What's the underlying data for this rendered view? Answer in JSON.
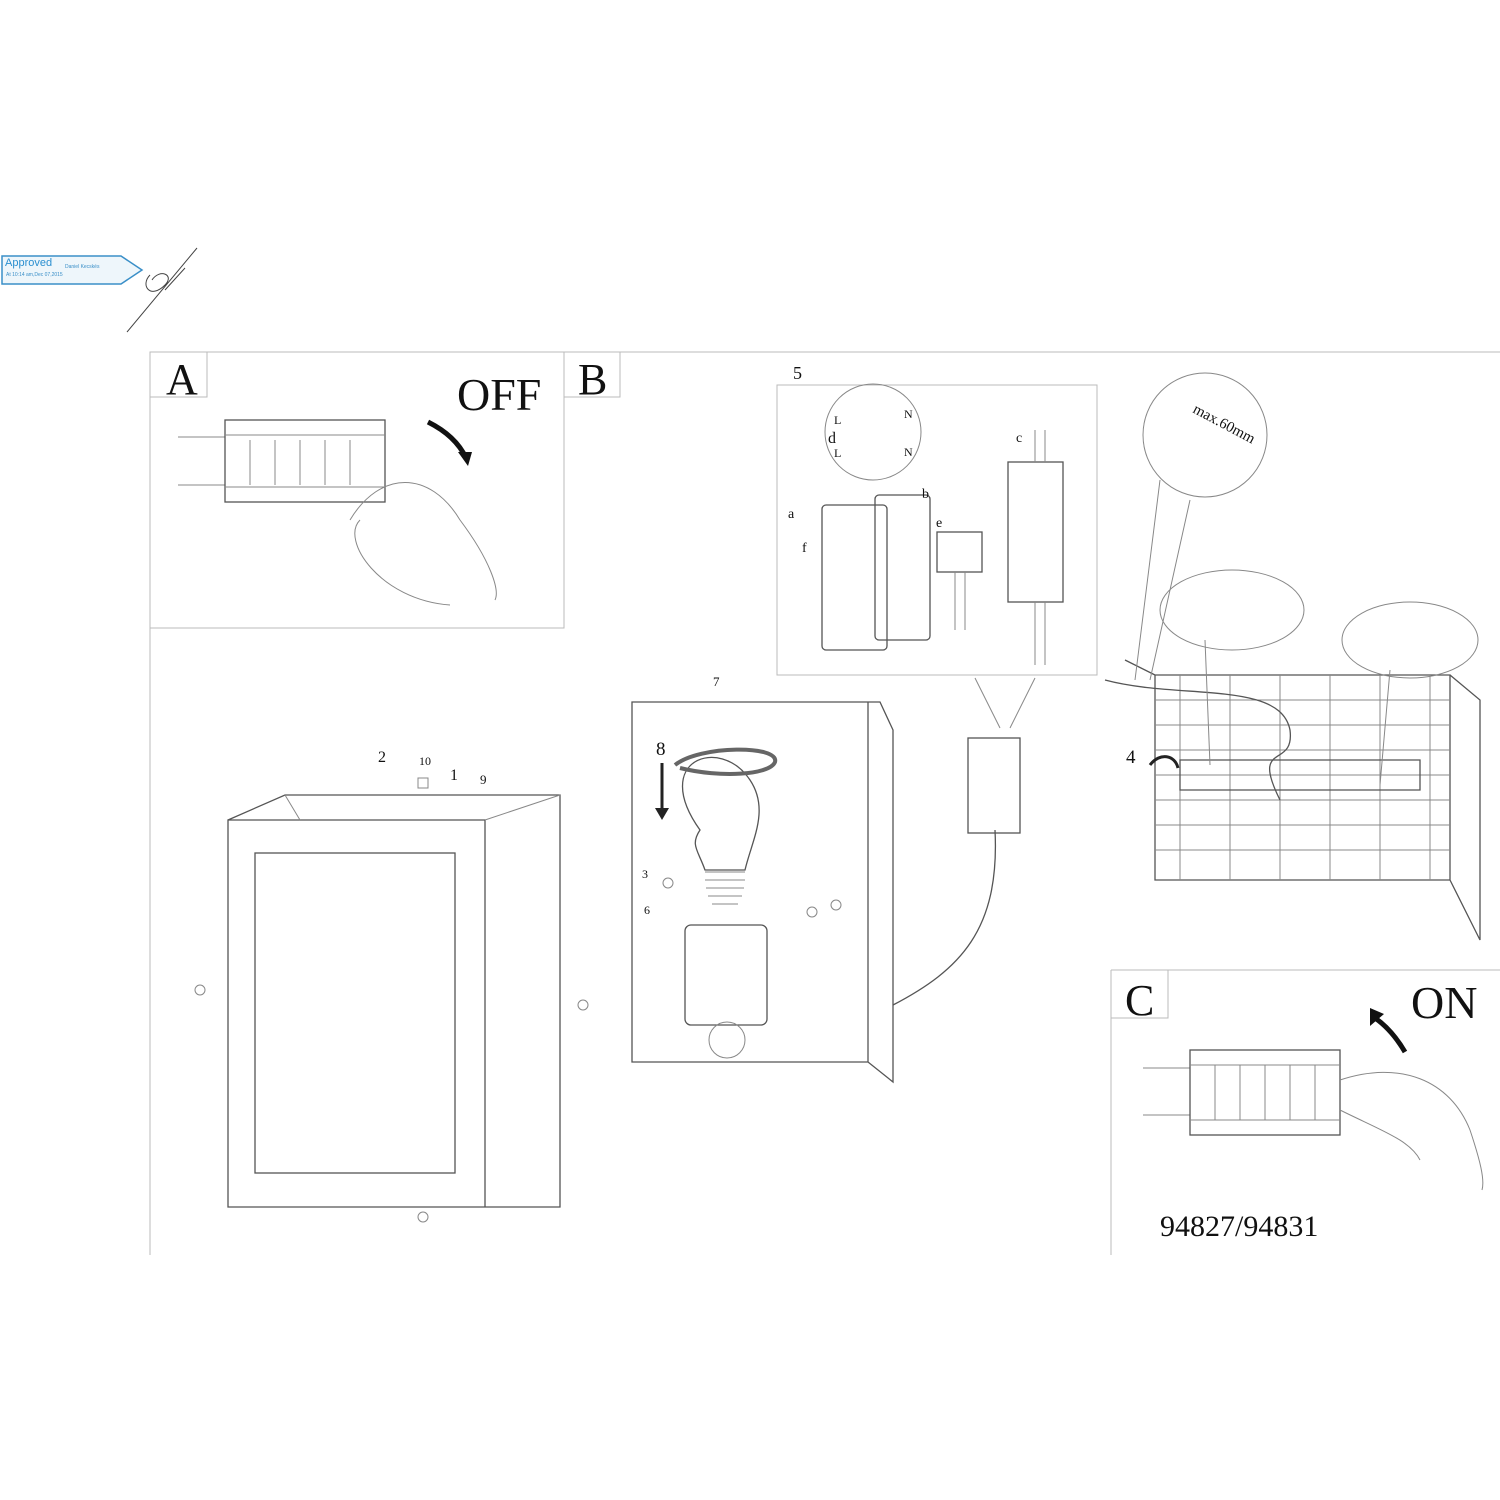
{
  "stamp": {
    "status": "Approved",
    "approver": "Daniel Kecskés",
    "datetime": "At 10:14 am,Dec 07,2015"
  },
  "steps": {
    "A": "A",
    "B": "B",
    "C": "C",
    "off": "OFF",
    "on": "ON"
  },
  "callouts": {
    "n1": "1",
    "n2": "2",
    "n3": "3",
    "n4": "4",
    "n5": "5",
    "n6": "6",
    "n7": "7",
    "n8": "8",
    "n9": "9",
    "n10": "10",
    "a": "a",
    "b": "b",
    "c": "c",
    "d": "d",
    "e": "e",
    "f": "f",
    "L1": "L",
    "L2": "L",
    "N1": "N",
    "N2": "N",
    "cable_max": "max.60mm"
  },
  "model_number": "94827/94831"
}
